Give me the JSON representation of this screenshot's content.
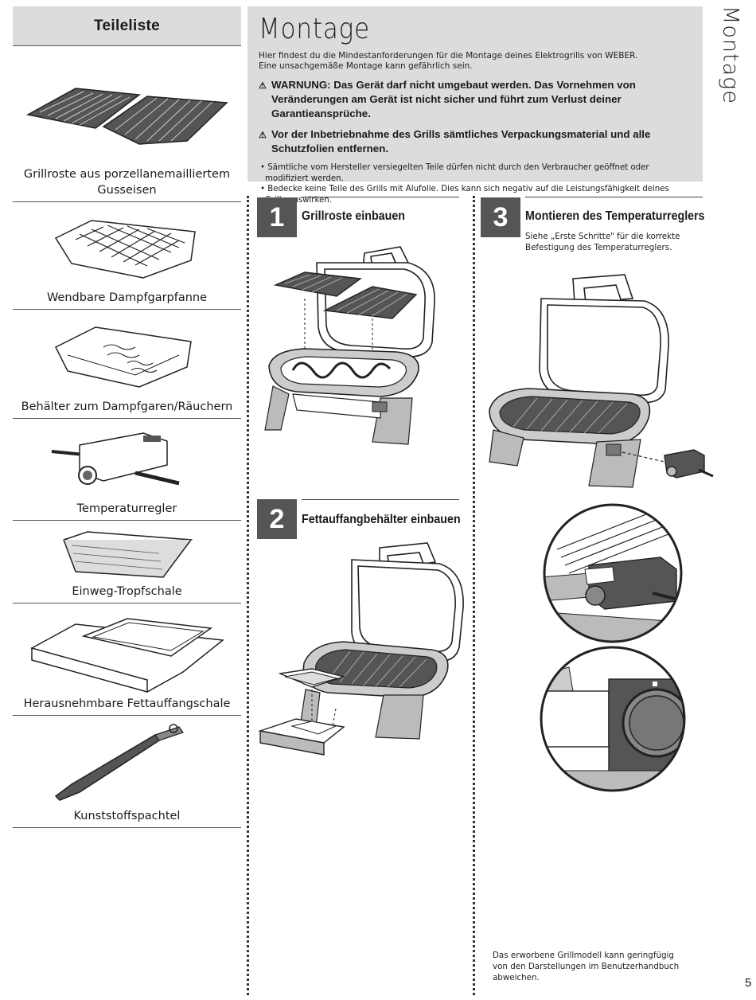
{
  "parts": {
    "heading": "Teileliste",
    "items": [
      {
        "label": "Grillroste aus porzellanemailliertem Gusseisen",
        "icon": "grill-grates-icon"
      },
      {
        "label": "Wendbare Dampfgarpfanne",
        "icon": "steam-pan-icon"
      },
      {
        "label": "Behälter zum Dampfgaren/Räuchern",
        "icon": "steam-smoke-tray-icon"
      },
      {
        "label": "Temperaturregler",
        "icon": "temperature-controller-icon"
      },
      {
        "label": "Einweg-Tropfschale",
        "icon": "drip-pan-icon"
      },
      {
        "label": "Herausnehmbare Fettauffangschale",
        "icon": "grease-tray-icon"
      },
      {
        "label": "Kunststoffspachtel",
        "icon": "spatula-icon"
      }
    ]
  },
  "montage": {
    "title": "Montage",
    "intro_line1": "Hier findest du die Mindestanforderungen für die Montage deines Elektrogrills von WEBER.",
    "intro_line2": "Eine unsachgemäße Montage kann gefährlich sein.",
    "warning_symbol": "⚠",
    "warning1": "WARNUNG: Das Gerät darf nicht umgebaut werden. Das Vornehmen von Veränderungen am Gerät ist nicht sicher und führt zum Verlust deiner Garantieansprüche.",
    "warning2": "Vor der Inbetriebnahme des Grills sämtliches Verpackungsmaterial und alle Schutzfolien entfernen.",
    "bullet1": "• Sämtliche vom Hersteller versiegelten Teile dürfen nicht durch den Verbraucher geöffnet oder modifiziert werden.",
    "bullet2": "• Bedecke keine Teile des Grills mit Alufolie. Dies kann sich negativ auf die Leistungsfähigkeit deines Grills auswirken."
  },
  "side_title": "Montage",
  "page_number": "5",
  "steps": [
    {
      "number": "1",
      "title": "Grillroste einbauen",
      "description": ""
    },
    {
      "number": "2",
      "title": "Fettauffangbehälter einbauen",
      "description": ""
    },
    {
      "number": "3",
      "title": "Montieren des Temperaturreglers",
      "description": "Siehe „Erste Schritte\" für die korrekte Befestigung des Temperaturreglers."
    }
  ],
  "footnote": "Das erworbene Grillmodell kann geringfügig von den Darstellungen im Benutzerhandbuch abweichen.",
  "colors": {
    "header_gray": "#dcdcdc",
    "step_box": "#555555",
    "illustration_fill": "#bdbdbd"
  }
}
